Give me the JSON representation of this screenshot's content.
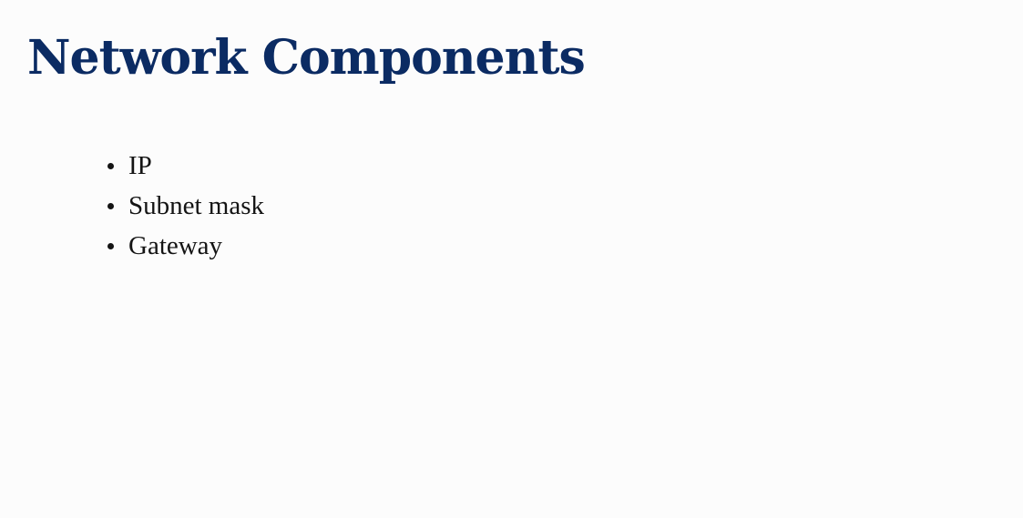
{
  "slide": {
    "title": "Network Components",
    "bullets": [
      {
        "text": "IP"
      },
      {
        "text": "Subnet mask"
      },
      {
        "text": "Gateway"
      }
    ]
  },
  "colors": {
    "title": "#0b2b63",
    "body_text": "#141414",
    "background": "#fcfcfc"
  }
}
